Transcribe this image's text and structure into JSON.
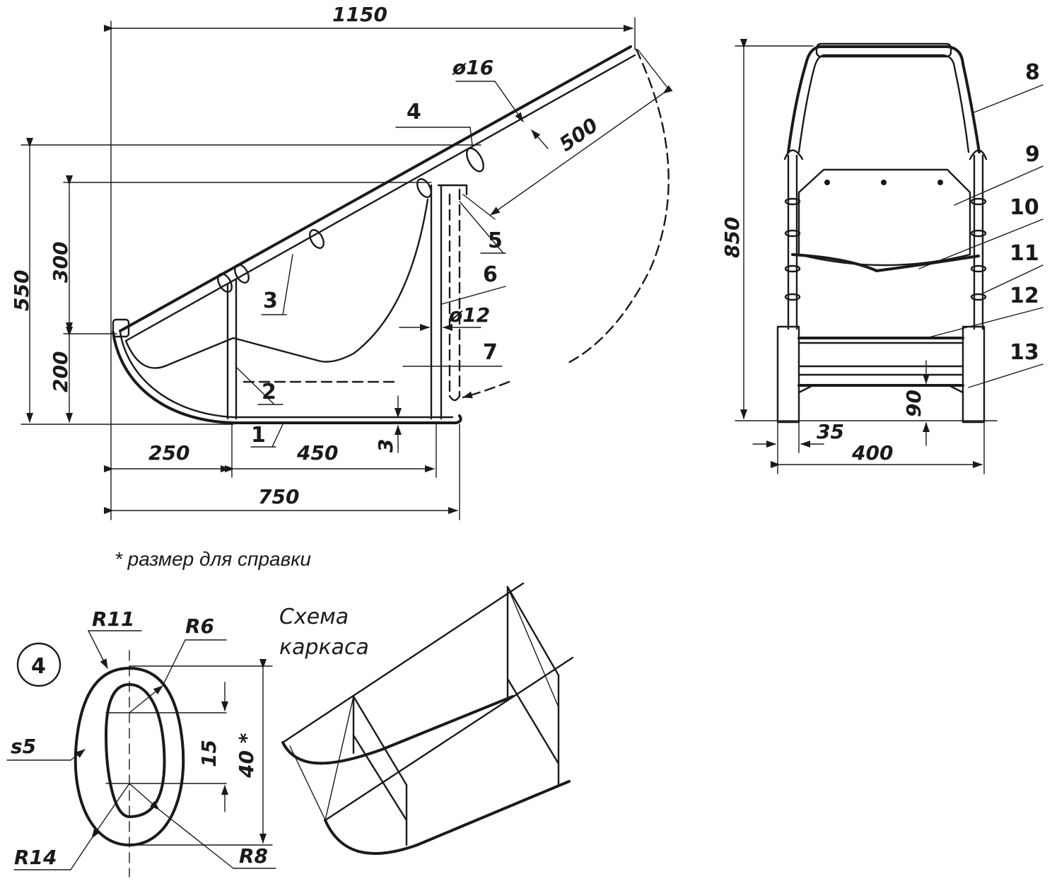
{
  "side_view": {
    "dim_overall_length": "1150",
    "dim_tube_diameter": "ø16",
    "dim_handle_length": "500",
    "dim_height": "550",
    "dim_upper": "300",
    "dim_lower": "200",
    "dim_front": "250",
    "dim_middle": "450",
    "dim_base": "750",
    "dim_runner_gap": "3",
    "dim_rod_diameter": "ø12",
    "callouts": [
      "1",
      "2",
      "3",
      "4",
      "5",
      "6",
      "7"
    ]
  },
  "front_view": {
    "dim_height": "850",
    "dim_width": "400",
    "dim_post": "35",
    "dim_bottom": "90",
    "callouts": [
      "8",
      "9",
      "10",
      "11",
      "12",
      "13"
    ]
  },
  "reference_note": "* размер для справки",
  "detail": {
    "label": "4",
    "r_outer_top": "R11",
    "r_inner_top": "R6",
    "r_outer_bottom": "R14",
    "r_inner_bottom": "R8",
    "thickness": "s5",
    "dim_inner": "15",
    "dim_outer": "40 *"
  },
  "frame_caption": {
    "line1": "Схема",
    "line2": "каркаса"
  }
}
